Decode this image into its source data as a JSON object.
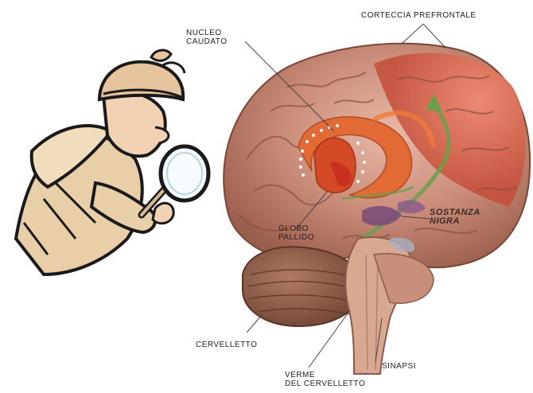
{
  "labels": {
    "nucleo_caudato": [
      "NUCLEO",
      "CAUDATO"
    ],
    "corteccia_prefrontale": "CORTECCIA PREFRONTALE",
    "globo_pallido": [
      "GLOBO",
      "PALLIDO"
    ],
    "sostanza_nigra": [
      "SOSTANZA",
      "NIGRA"
    ],
    "cervelletto": "CERVELLETTO",
    "verme_del_cervelletto": [
      "VERME",
      "DEL CERVELLETTO"
    ],
    "sinapsi": "SINAPSI"
  },
  "icons": {
    "detective": "detective-with-magnifying-glass",
    "brain": "brain-anatomy"
  }
}
